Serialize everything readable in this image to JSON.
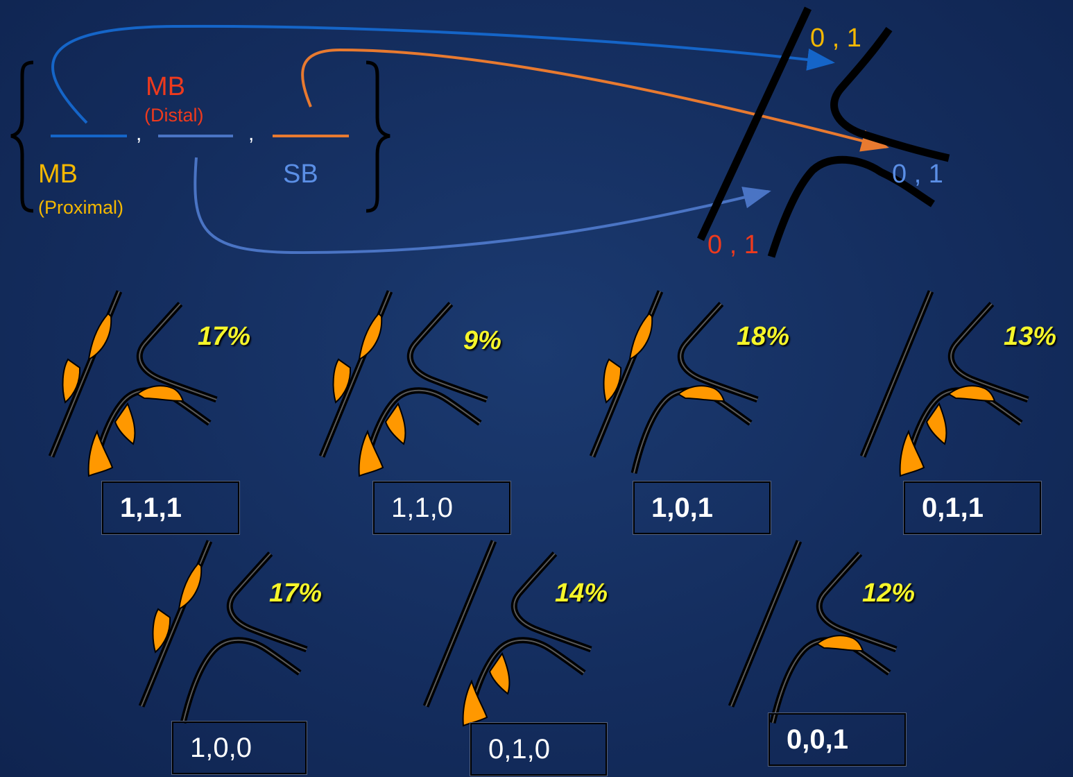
{
  "legend": {
    "mb_distal": "MB",
    "mb_distal_sub": "(Distal)",
    "mb_proximal": "MB",
    "mb_proximal_sub": "(Proximal)",
    "sb": "SB",
    "separator": ","
  },
  "bifurcation_labels": {
    "top": "0 , 1",
    "right": "0 , 1",
    "bottom": "0 , 1"
  },
  "colors": {
    "proximal_arrow": "#1565c8",
    "distal_arrow": "#4a74c4",
    "sb_arrow": "#e87a30",
    "plaque": "#ff9800",
    "percent_text": "#f5f52a"
  },
  "patterns": [
    {
      "code": "1,1,1",
      "percent": "17%",
      "bold": true,
      "lesions": [
        "mb-proximal",
        "mb-distal",
        "sb"
      ]
    },
    {
      "code": "1,1,0",
      "percent": "9%",
      "bold": false,
      "lesions": [
        "mb-proximal",
        "mb-distal"
      ]
    },
    {
      "code": "1,0,1",
      "percent": "18%",
      "bold": true,
      "lesions": [
        "mb-proximal",
        "sb"
      ]
    },
    {
      "code": "0,1,1",
      "percent": "13%",
      "bold": true,
      "lesions": [
        "mb-distal",
        "sb"
      ]
    },
    {
      "code": "1,0,0",
      "percent": "17%",
      "bold": false,
      "lesions": [
        "mb-proximal"
      ]
    },
    {
      "code": "0,1,0",
      "percent": "14%",
      "bold": false,
      "lesions": [
        "mb-distal"
      ]
    },
    {
      "code": "0,0,1",
      "percent": "12%",
      "bold": true,
      "lesions": [
        "sb"
      ]
    }
  ]
}
